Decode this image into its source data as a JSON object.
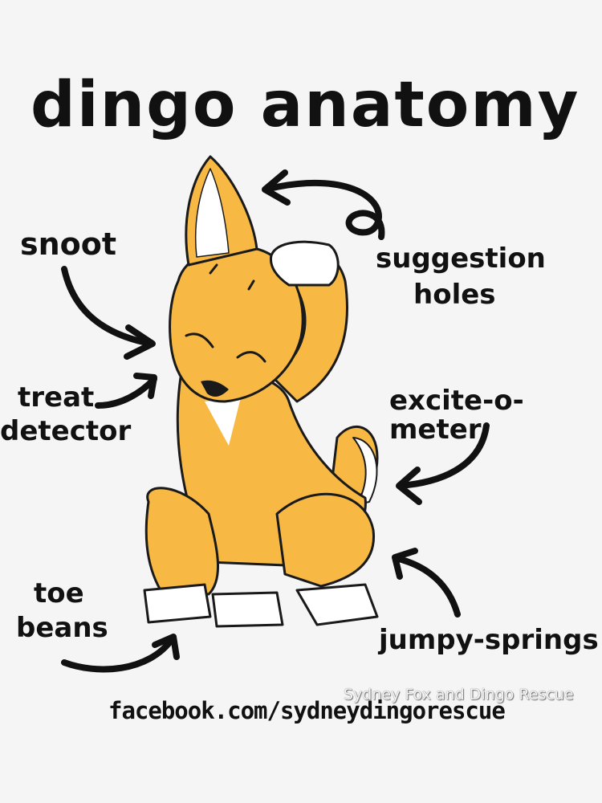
{
  "title": "dingo anatomy",
  "labels": {
    "snoot": "snoot",
    "treat_detector_1": "treat",
    "treat_detector_2": "detector",
    "suggestion_holes_1": "suggestion",
    "suggestion_holes_2": "holes",
    "excite_o_meter": "excite-o-meter",
    "toe_beans_1": "toe",
    "toe_beans_2": "beans",
    "jumpy_springs": "jumpy-springs"
  },
  "footer": {
    "facebook": "facebook.com/sydneydingorescue",
    "watermark": "Sydney Fox and Dingo  Rescue"
  },
  "colors": {
    "background": "#f5f5f5",
    "fur": "#f7b944",
    "ink": "#111111",
    "white_fur": "#ffffff"
  }
}
